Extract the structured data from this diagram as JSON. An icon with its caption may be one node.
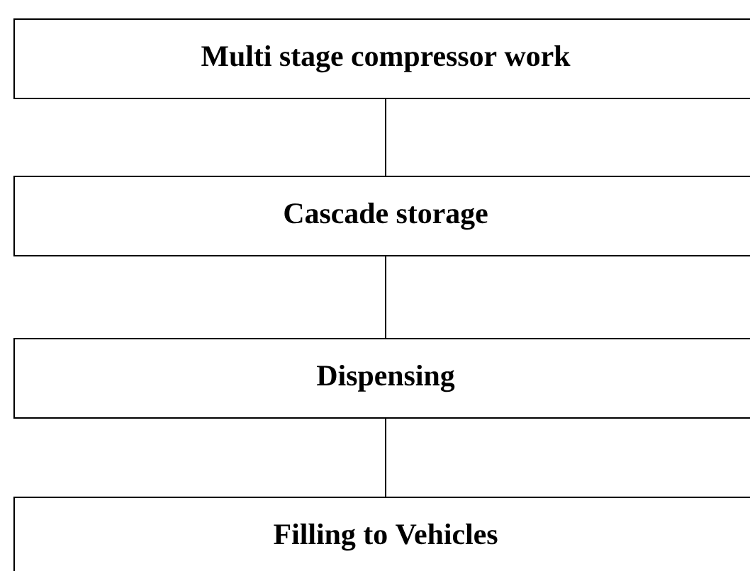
{
  "diagram": {
    "nodes": [
      {
        "text": [
          "Multi stage compressor work"
        ]
      },
      {
        "text": [
          "Cascade storage"
        ]
      },
      {
        "text": [
          "Dispensing"
        ]
      },
      {
        "text": [
          "Filling to Vehicles"
        ]
      }
    ],
    "edges": [
      {
        "from": 0,
        "to": 1,
        "arrow": "none"
      },
      {
        "from": 1,
        "to": 2,
        "arrow": "none"
      },
      {
        "from": 2,
        "to": 3,
        "arrow": "none"
      }
    ]
  }
}
